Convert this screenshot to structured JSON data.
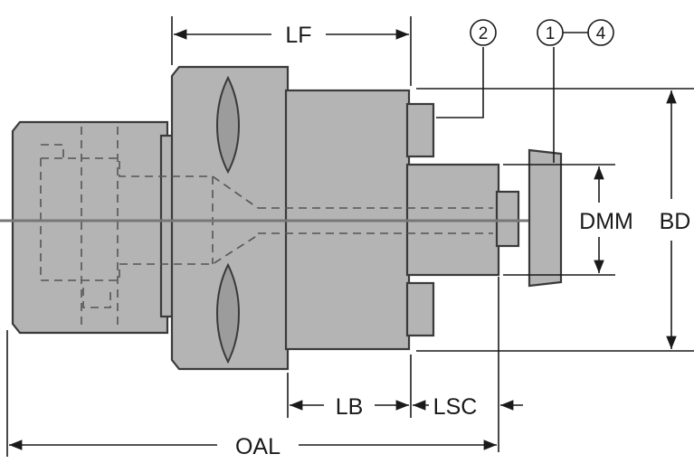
{
  "diagram": {
    "dimensions": {
      "lf": "LF",
      "lb": "LB",
      "lsc": "LSC",
      "oal": "OAL",
      "dmm": "DMM",
      "bd": "BD"
    },
    "callouts": {
      "two": "2",
      "one": "1",
      "four": "4",
      "dash": "-"
    },
    "colors": {
      "body": "#b4b4b4",
      "body_dark": "#9c9c9c",
      "outline": "#3a3a3a",
      "line": "#1a1a1a"
    }
  }
}
